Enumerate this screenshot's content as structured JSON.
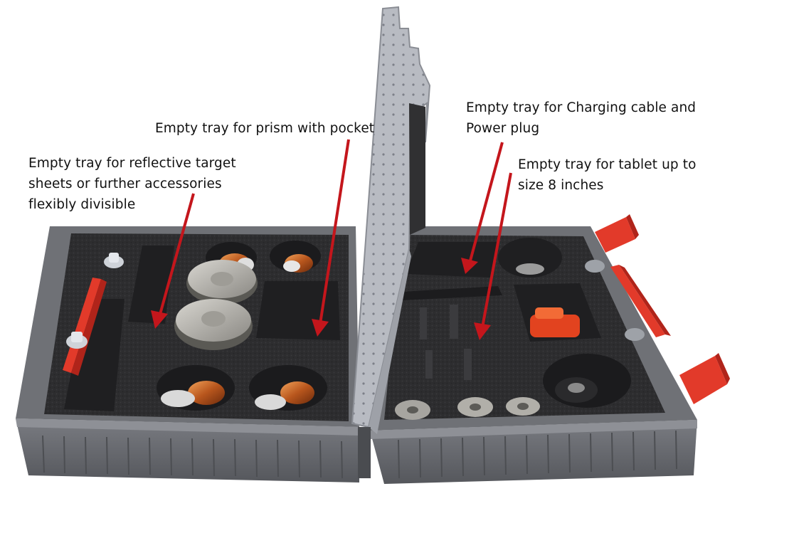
{
  "labels": {
    "reflective_target": [
      "Empty tray for reflective target",
      "sheets or further accessories",
      "flexibly divisible"
    ],
    "prism_pocket": [
      "Empty tray for prism with pocket"
    ],
    "charging_cable": [
      "Empty tray for Charging cable and",
      "Power plug"
    ],
    "tablet": [
      "Empty tray for tablet up to",
      "size 8 inches"
    ]
  },
  "colors": {
    "arrow": "#c4161c",
    "case_shell": "#6c6e73",
    "foam": "#2e2e30",
    "lid_panel": "#b9bcc3",
    "handle": "#e23a2a"
  }
}
